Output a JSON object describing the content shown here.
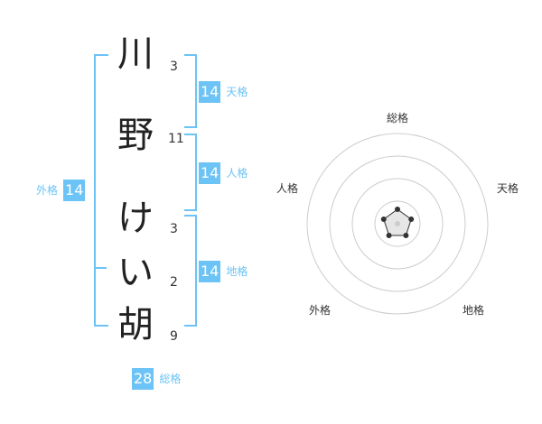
{
  "name": {
    "chars": [
      {
        "char": "川",
        "strokes": "3"
      },
      {
        "char": "野",
        "strokes": "11"
      },
      {
        "char": "け",
        "strokes": "3"
      },
      {
        "char": "い",
        "strokes": "2"
      },
      {
        "char": "胡",
        "strokes": "9"
      }
    ]
  },
  "kakusu": {
    "tenkaku": {
      "value": "14",
      "label": "天格"
    },
    "jinkaku": {
      "value": "14",
      "label": "人格"
    },
    "chikaku": {
      "value": "14",
      "label": "地格"
    },
    "gaikaku": {
      "value": "14",
      "label": "外格"
    },
    "soukaku": {
      "value": "28",
      "label": "総格"
    }
  },
  "radar": {
    "labels": [
      "総格",
      "天格",
      "地格",
      "外格",
      "人格"
    ],
    "values": [
      0.1,
      0.1,
      0.1,
      0.1,
      0.1
    ],
    "ring_count": 4,
    "line_color": "#333333",
    "ring_color": "#cccccc",
    "fill_color": "#e6e6e6"
  },
  "colors": {
    "accent": "#6cc3f5"
  }
}
